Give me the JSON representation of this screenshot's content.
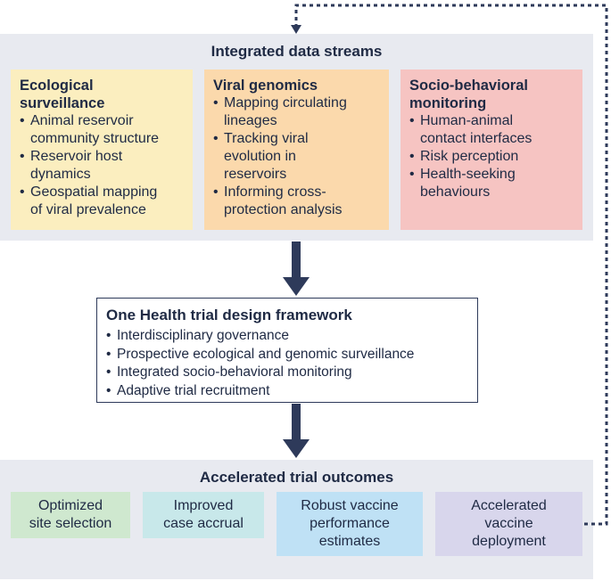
{
  "colors": {
    "panel_bg": "#e8eaf0",
    "ecological": "#fbeebf",
    "viral": "#fbd9ac",
    "socio": "#f6c4c2",
    "outcome_green": "#cfe8cf",
    "outcome_teal": "#c8e8ea",
    "outcome_blue": "#bfe1f5",
    "outcome_purple": "#d8d6ec",
    "arrow": "#2e3a5a"
  },
  "data_streams": {
    "title": "Integrated data streams",
    "cards": [
      {
        "title": "Ecological\nsurveillance",
        "items": [
          "Animal reservoir\ncommunity structure",
          "Reservoir host\ndynamics",
          "Geospatial mapping\nof viral prevalence"
        ]
      },
      {
        "title": "Viral genomics",
        "items": [
          " Mapping circulating\nlineages",
          "Tracking viral\nevolution in\nreservoirs",
          "Informing cross-\nprotection analysis"
        ]
      },
      {
        "title": "Socio-behavioral\nmonitoring",
        "items": [
          "Human-animal\ncontact interfaces",
          "Risk perception",
          "Health-seeking\nbehaviours"
        ]
      }
    ]
  },
  "framework": {
    "title": "One Health trial design framework",
    "items": [
      "Interdisciplinary governance",
      "Prospective ecological and genomic surveillance",
      "Integrated socio-behavioral monitoring",
      "Adaptive trial recruitment"
    ]
  },
  "outcomes": {
    "title": "Accelerated trial outcomes",
    "items": [
      "Optimized\nsite selection",
      "Improved\ncase accrual",
      "Robust vaccine\nperformance\nestimates",
      "Accelerated\nvaccine\ndeployment"
    ]
  }
}
